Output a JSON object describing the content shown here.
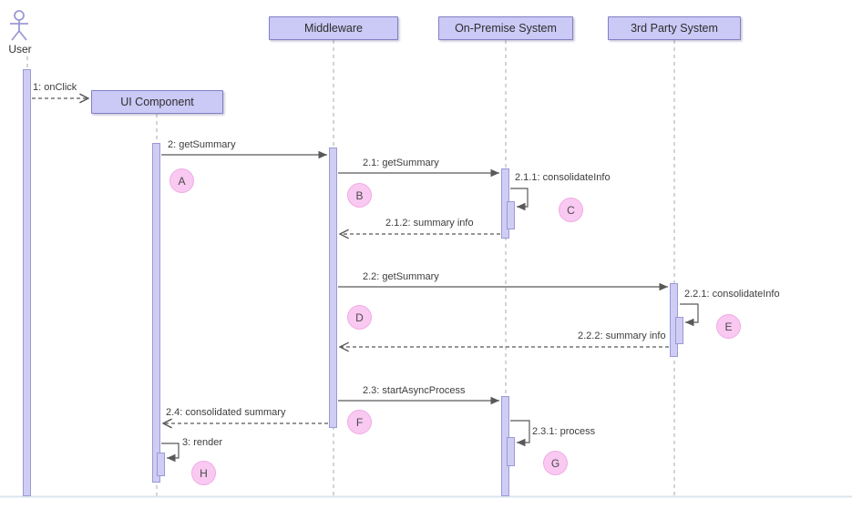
{
  "actor": {
    "label": "User"
  },
  "lifelines": {
    "ui": {
      "label": "UI Component"
    },
    "middleware": {
      "label": "Middleware"
    },
    "onprem": {
      "label": "On-Premise System"
    },
    "thirdparty": {
      "label": "3rd Party System"
    }
  },
  "messages": {
    "m1": {
      "label": "1: onClick",
      "type": "dashed-call"
    },
    "m2": {
      "label": "2: getSummary",
      "type": "call"
    },
    "m2_1": {
      "label": "2.1: getSummary",
      "type": "call"
    },
    "m2_1_1": {
      "label": "2.1.1: consolidateInfo",
      "type": "self-call"
    },
    "m2_1_2": {
      "label": "2.1.2: summary info",
      "type": "return"
    },
    "m2_2": {
      "label": "2.2: getSummary",
      "type": "call"
    },
    "m2_2_1": {
      "label": "2.2.1: consolidateInfo",
      "type": "self-call"
    },
    "m2_2_2": {
      "label": "2.2.2: summary info",
      "type": "return"
    },
    "m2_3": {
      "label": "2.3: startAsyncProcess",
      "type": "call"
    },
    "m2_3_1": {
      "label": "2.3.1: process",
      "type": "self-call"
    },
    "m2_4": {
      "label": "2.4: consolidated summary",
      "type": "return"
    },
    "m3": {
      "label": "3: render",
      "type": "self-call"
    }
  },
  "markers": {
    "A": "A",
    "B": "B",
    "C": "C",
    "D": "D",
    "E": "E",
    "F": "F",
    "G": "G",
    "H": "H"
  },
  "colors": {
    "box_fill": "#cbc9f5",
    "box_border": "#8280c4",
    "activation_fill": "#cfcdf4",
    "activation_border": "#9b99d6",
    "marker_fill": "#f9c9f2",
    "marker_border": "#f0abe3",
    "message_line": "#595959",
    "lifeline": "#a8a8a8"
  }
}
